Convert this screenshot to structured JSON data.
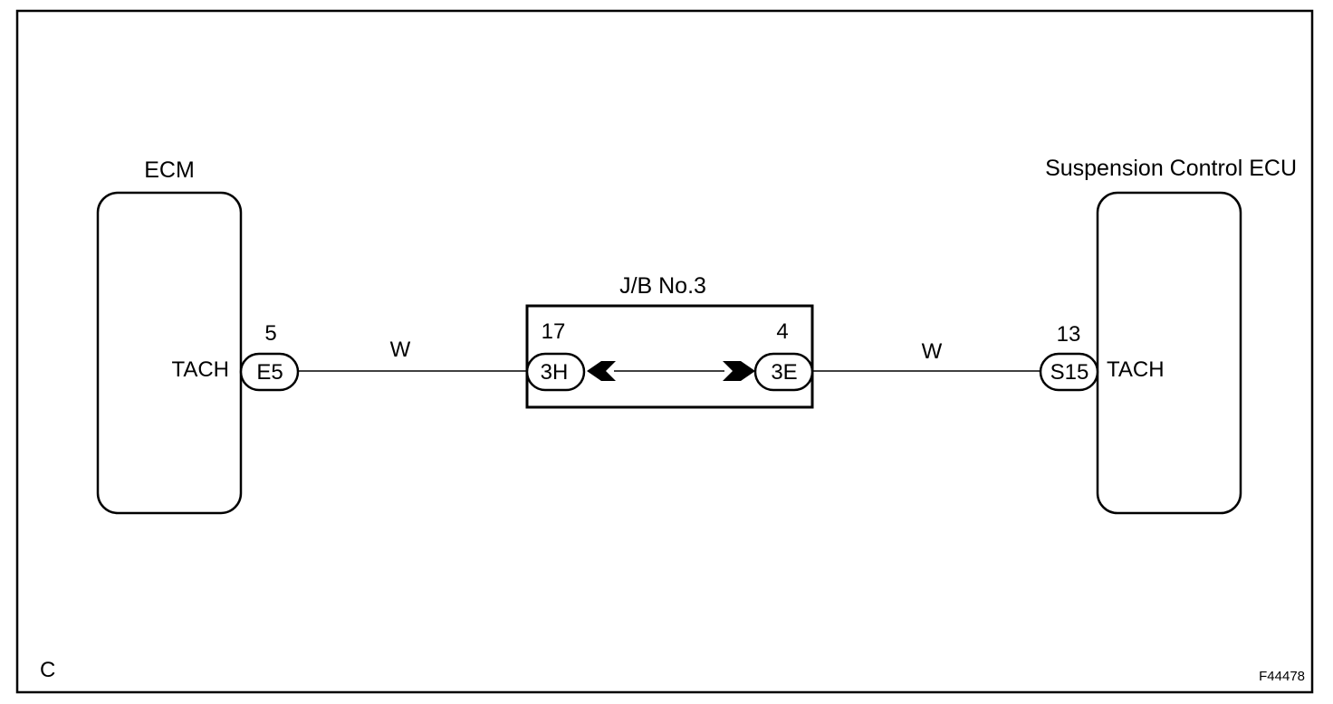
{
  "diagram": {
    "corner_label": "C",
    "figure_id": "F44478",
    "components": {
      "ecm": {
        "name": "ECM",
        "terminal_label": "TACH",
        "pin": "5",
        "connector": "E5"
      },
      "junction_block": {
        "name": "J/B No.3",
        "left_pin": "17",
        "left_connector": "3H",
        "right_pin": "4",
        "right_connector": "3E"
      },
      "suspension_ecu": {
        "name": "Suspension Control ECU",
        "terminal_label": "TACH",
        "pin": "13",
        "connector": "S15"
      }
    },
    "wires": [
      {
        "color_code": "W",
        "from": "E5",
        "to": "3H"
      },
      {
        "color_code": "W",
        "from": "3E",
        "to": "S15"
      }
    ],
    "colors": {
      "ink": "#000000",
      "background": "#ffffff"
    }
  }
}
